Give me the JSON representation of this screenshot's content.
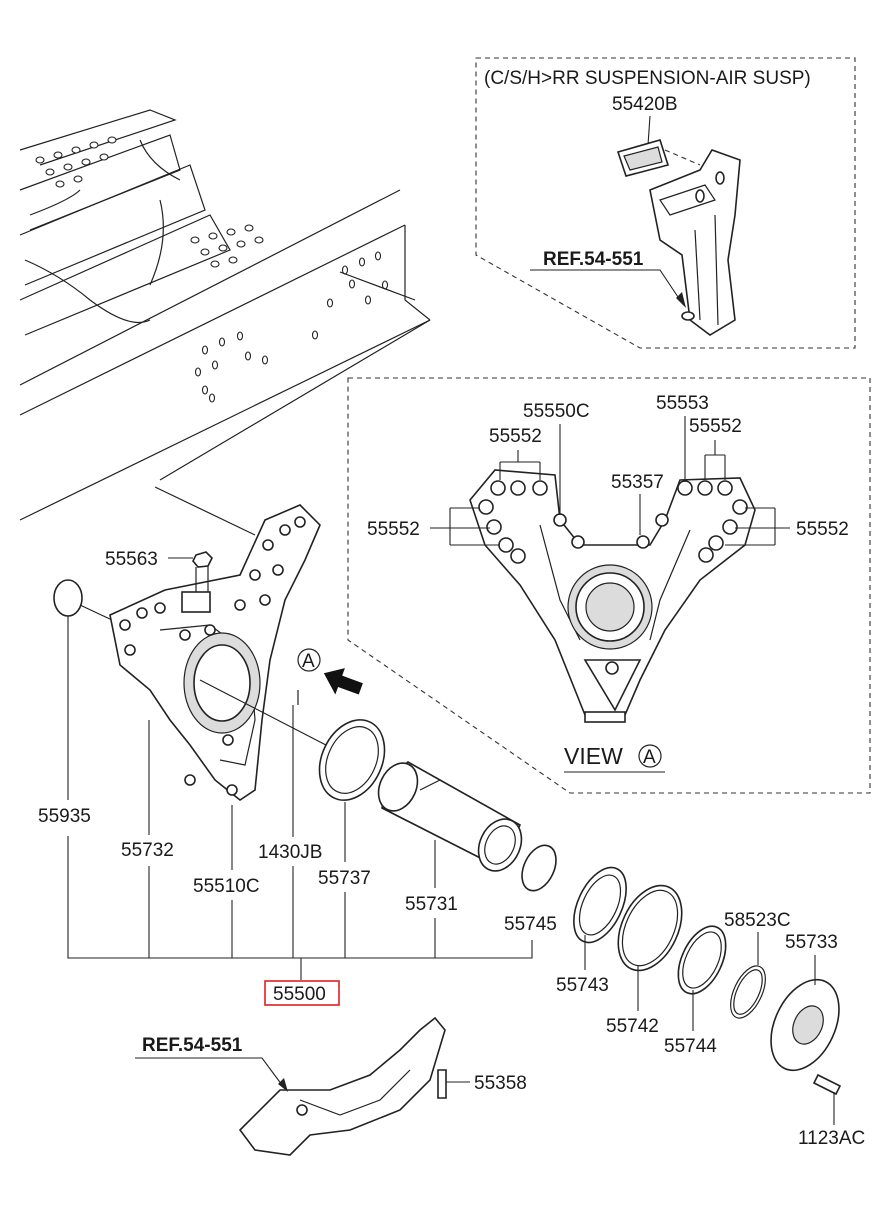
{
  "air_susp_box": {
    "caption": "(C/S/H>RR SUSPENSION-AIR SUSP)",
    "part_55420B": "55420B",
    "ref_label": "REF.54-551"
  },
  "view_box": {
    "view_title": "VIEW",
    "view_marker": "A",
    "labels": {
      "p55550C": "55550C",
      "p55553": "55553",
      "p55552_top_left": "55552",
      "p55552_top_right": "55552",
      "p55357": "55357",
      "p55552_left": "55552",
      "p55552_right": "55552"
    }
  },
  "main": {
    "labels": {
      "p55563": "55563",
      "p55935": "55935",
      "p55732": "55732",
      "p55510C": "55510C",
      "p1430JB": "1430JB",
      "p55737": "55737",
      "p55731": "55731",
      "p55745": "55745",
      "p55500": "55500",
      "p55743": "55743",
      "p55742": "55742",
      "p55744": "55744",
      "p58523C": "58523C",
      "p55733": "55733",
      "p55358": "55358",
      "p1123AC": "1123AC",
      "ref_label": "REF.54-551"
    },
    "view_arrow_marker": "A",
    "highlight_color": "#e02020"
  }
}
